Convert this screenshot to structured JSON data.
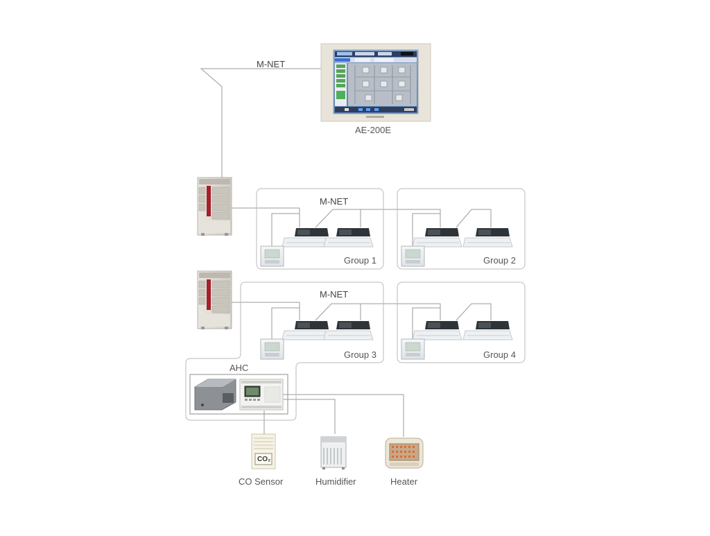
{
  "labels": {
    "mnet_top": "M-NET",
    "ae200e": "AE-200E",
    "mnet_row1": "M-NET",
    "mnet_row2": "M-NET",
    "group1": "Group 1",
    "group2": "Group 2",
    "group3": "Group 3",
    "group4": "Group 4",
    "ahc": "AHC",
    "co_sensor": "CO  Sensor",
    "co2_badge": "CO₂",
    "humidifier": "Humidifier",
    "heater": "Heater"
  }
}
